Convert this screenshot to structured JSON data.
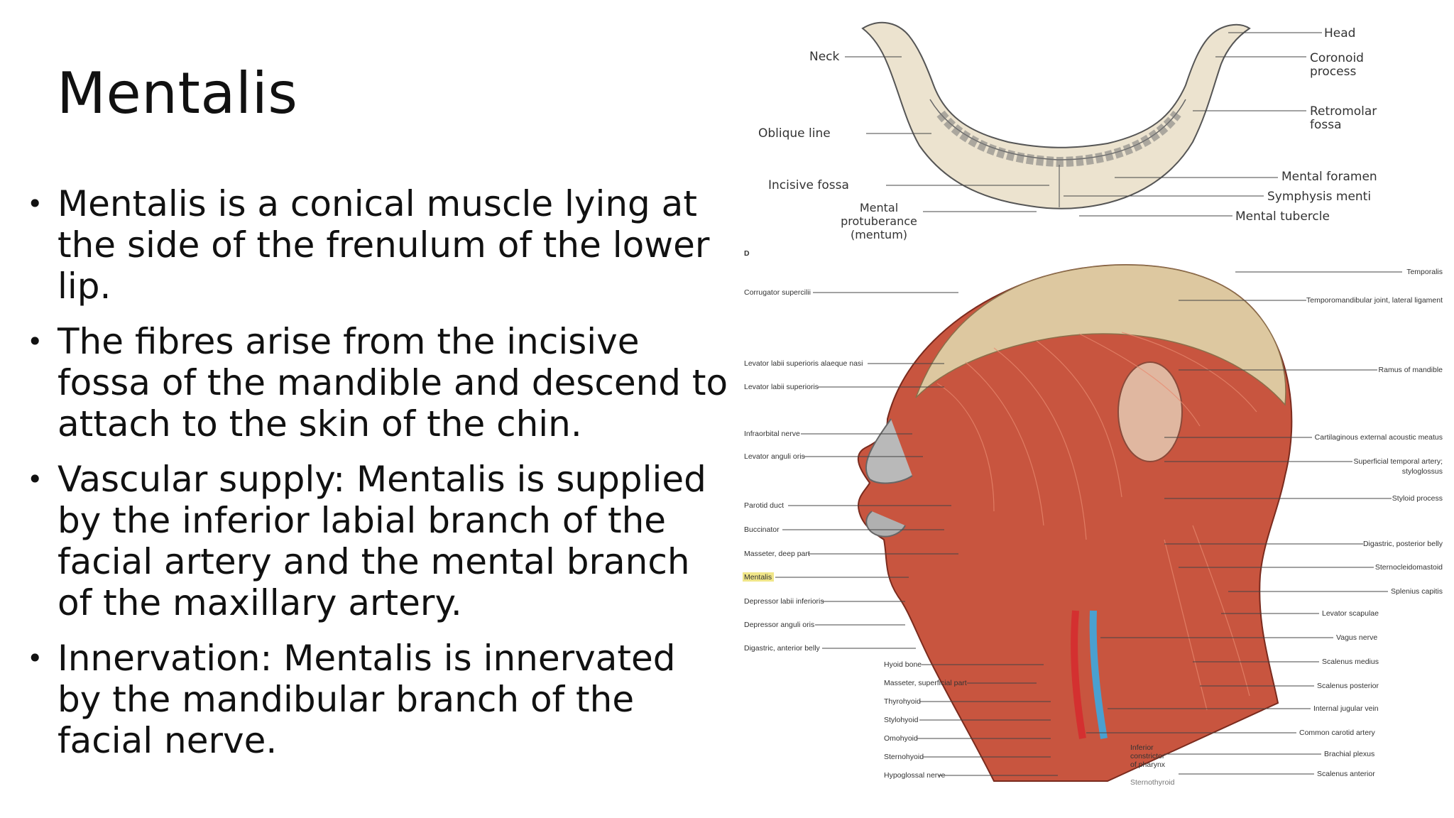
{
  "title": "Mentalis",
  "bullets": [
    "Mentalis is a conical muscle lying at the side of the frenulum of the lower lip.",
    "The fibres arise from the incisive fossa of the mandible and descend to attach to the skin of the chin.",
    "Vascular supply: Mentalis is supplied by the inferior labial branch of the facial artery and the mental branch of the maxillary artery.",
    "Innervation: Mentalis is innervated by the mandibular branch of the facial nerve."
  ],
  "mandible_figure": {
    "labels": {
      "head": "Head",
      "coronoid_1": "Coronoid",
      "coronoid_2": "process",
      "neck": "Neck",
      "retromolar_1": "Retromolar",
      "retromolar_2": "fossa",
      "oblique_line": "Oblique line",
      "incisive_fossa": "Incisive fossa",
      "mental_foramen": "Mental foramen",
      "symphysis_menti": "Symphysis menti",
      "mental_protuberance_1": "Mental",
      "mental_protuberance_2": "protuberance",
      "mental_protuberance_3": "(mentum)",
      "mental_tubercle": "Mental tubercle"
    }
  },
  "muscle_figure": {
    "panel_letter": "D",
    "left_labels": [
      "Corrugator supercilii",
      "Levator labii superioris alaeque nasi",
      "Levator labii superioris",
      "Infraorbital nerve",
      "Levator anguli oris",
      "Parotid duct",
      "Buccinator",
      "Masseter, deep part",
      "Mentalis",
      "Depressor labii inferioris",
      "Depressor anguli oris",
      "Digastric, anterior belly"
    ],
    "bottom_labels": [
      "Hyoid bone",
      "Masseter, superficial part",
      "Thyrohyoid",
      "Stylohyoid",
      "Omohyoid",
      "Sternohyoid",
      "Hypoglossal nerve"
    ],
    "inferior_constrictor": [
      "Inferior",
      "constrictor",
      "of pharynx"
    ],
    "sternothyroid": "Sternothyroid",
    "right_labels": [
      "Temporalis",
      "Temporomandibular joint, lateral ligament",
      "Ramus of mandible",
      "Cartilaginous external acoustic meatus",
      "Superficial temporal artery;",
      "styloglossus",
      "Styloid process",
      "Digastric, posterior belly",
      "Sternocleidomastoid",
      "Splenius capitis",
      "Levator scapulae",
      "Vagus nerve",
      "Scalenus medius",
      "Scalenus posterior",
      "Internal jugular vein",
      "Common carotid artery",
      "Brachial plexus",
      "Scalenus anterior"
    ],
    "highlight_color": "#e8d84a"
  }
}
